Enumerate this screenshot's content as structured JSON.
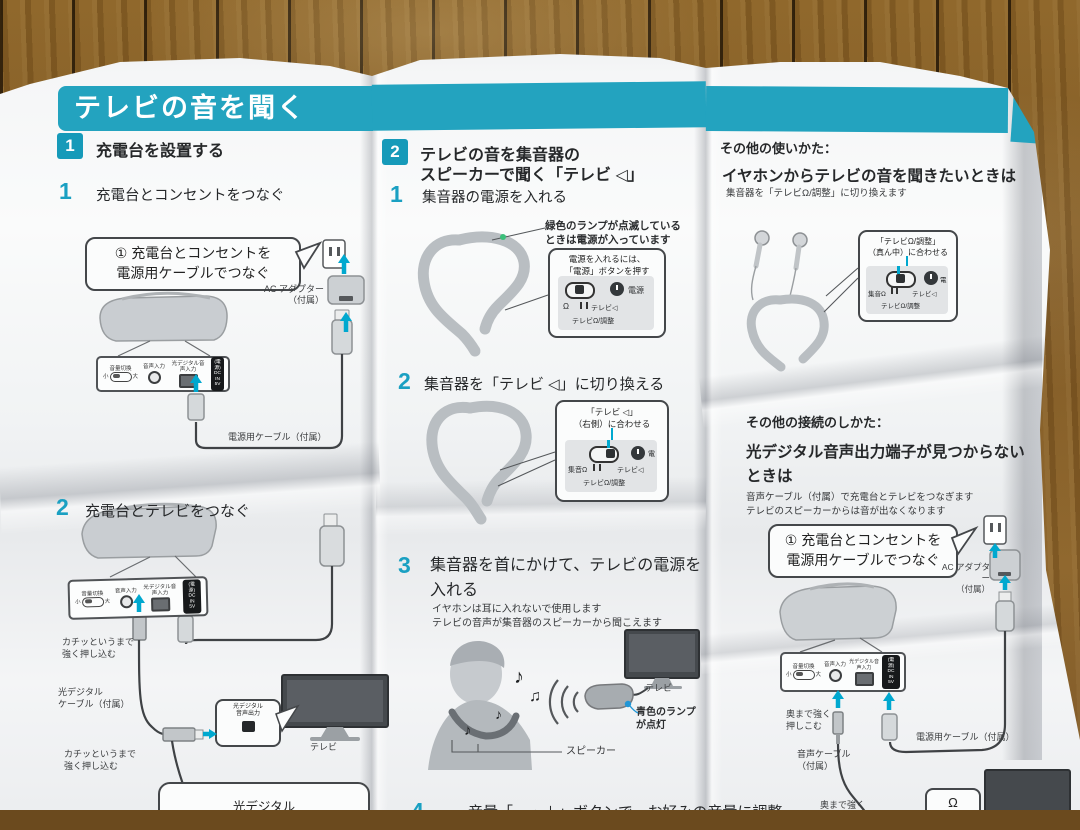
{
  "banner": {
    "title": "テレビの音を聞く",
    "color": "#23a3bf"
  },
  "ports": {
    "vol": "音量切換",
    "vol_min": "小",
    "vol_max": "大",
    "audio_in": "音声入力",
    "optical_in": "光デジタル音声入力",
    "power": "(電源)",
    "dc": "DC IN 5V"
  },
  "col1": {
    "section_num": "1",
    "section_title": "充電台を設置する",
    "step1_num": "1",
    "step1_text": "充電台とコンセントをつなぐ",
    "callout_l1": "① 充電台とコンセントを",
    "callout_l2": "電源用ケーブルでつなぐ",
    "ac_l1": "AC アダプター",
    "ac_l2": "（付属）",
    "power_cable_label": "電源用ケーブル（付属）",
    "step2_num": "2",
    "step2_text": "充電台とテレビをつなぐ",
    "push1_l1": "カチッというまで",
    "push1_l2": "強く押し込む",
    "optical_cable_l1": "光デジタル",
    "optical_cable_l2": "ケーブル（付属）",
    "push2_l1": "カチッというまで",
    "push2_l2": "強く押し込む",
    "optical_out_l1": "光デジタル",
    "optical_out_l2": "音声出力",
    "tv_label": "テレビ",
    "bottom_partial": "光デジタル"
  },
  "col2": {
    "section_num": "2",
    "section_l1": "テレビの音を集音器の",
    "section_l2": "スピーカーで聞く「テレビ ◁」",
    "step1_num": "1",
    "step1_text": "集音器の電源を入れる",
    "green_l1": "緑色のランプが点滅している",
    "green_l2": "ときは電源が入っています",
    "inset1_l1": "電源を入れるには、",
    "inset1_l2": "「電源」ボタンを押す",
    "inset1_power": "電源",
    "inset1_left": "Ω",
    "inset1_right": "テレビ◁",
    "inset1_bottom": "テレビΩ/調整",
    "step2_num": "2",
    "step2_text": "集音器を「テレビ ◁」に切り換える",
    "inset2_l1": "「テレビ ◁」",
    "inset2_l2": "（右側）に合わせる",
    "inset2_left": "集音Ω",
    "inset2_right": "テレビ◁",
    "inset2_bottom": "テレビΩ/調整",
    "inset2_power": "電",
    "step3_num": "3",
    "step3_l1": "集音器を首にかけて、テレビの電源を",
    "step3_l2": "入れる",
    "step3_sub1": "イヤホンは耳に入れないで使用します",
    "step3_sub2": "テレビの音声が集音器のスピーカーから聞こえます",
    "tv_label": "テレビ",
    "blue_l1": "青色のランプ",
    "blue_l2": "が点灯",
    "speaker_label": "スピーカー",
    "note1": "♪",
    "note2": "♫",
    "note3": "♪",
    "note4": "♪",
    "step4_num": "4",
    "step4_text": "音量「ー・＋」ボタンで、お好みの音量に調整"
  },
  "col3": {
    "usage_heading": "その他の使いかた：",
    "usage_title": "イヤホンからテレビの音を聞きたいときは",
    "usage_sub": "集音器を「テレビΩ/調整」に切り換えます",
    "inset_l1": "「テレビΩ/調整」",
    "inset_l2": "（真ん中）に合わせる",
    "inset_left": "集音Ω",
    "inset_right": "テレビ◁",
    "inset_bottom": "テレビΩ/調整",
    "inset_power": "電",
    "connect_heading": "その他の接続のしかた：",
    "connect_t1": "光デジタル音声出力端子が見つからない",
    "connect_t2": "ときは",
    "connect_sub1": "音声ケーブル（付属）で充電台とテレビをつなぎます",
    "connect_sub2": "テレビのスピーカーからは音が出なくなります",
    "callout_l1": "① 充電台とコンセントを",
    "callout_l2": "電源用ケーブルでつなぐ",
    "ac_l1": "AC アダプター",
    "ac_l2": "（付属）",
    "push1_l1": "奥まで強く",
    "push1_l2": "押しこむ",
    "power_cable_label": "電源用ケーブル（付属）",
    "audio_l1": "音声ケーブル",
    "audio_l2": "（付属）",
    "push2": "奥まで強く",
    "headphone_icon": "Ω"
  }
}
